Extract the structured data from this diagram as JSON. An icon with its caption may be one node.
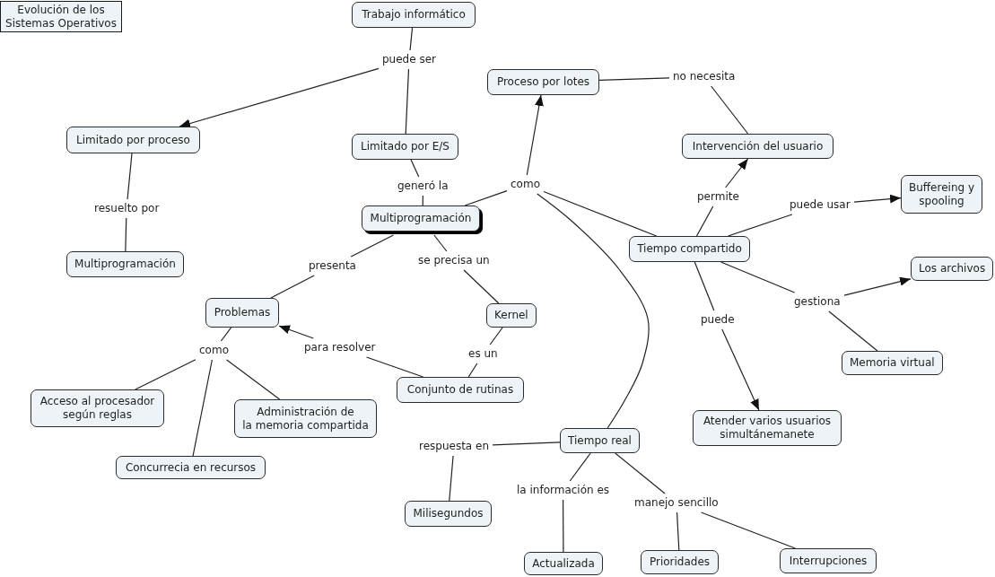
{
  "diagram": {
    "title": "Evolución de los Sistemas Operativos",
    "nodes": [
      {
        "text": [
          "Trabajo informático"
        ]
      },
      {
        "text": [
          "puede ser"
        ]
      },
      {
        "text": [
          "Proceso por lotes"
        ]
      },
      {
        "text": [
          "no necesita"
        ]
      },
      {
        "text": [
          "Limitado por proceso"
        ]
      },
      {
        "text": [
          "Limitado por E/S"
        ]
      },
      {
        "text": [
          "Intervención del usuario"
        ]
      },
      {
        "text": [
          "Buffereing y spooling"
        ]
      },
      {
        "text": [
          "como"
        ]
      },
      {
        "text": [
          "generó la"
        ]
      },
      {
        "text": [
          "permite"
        ]
      },
      {
        "text": [
          "puede usar"
        ]
      },
      {
        "text": [
          "resuelto por"
        ]
      },
      {
        "text": [
          "Multiprogramación"
        ]
      },
      {
        "text": [
          "Tiempo compartido"
        ]
      },
      {
        "text": [
          "Multiprogramación"
        ]
      },
      {
        "text": [
          "presenta"
        ]
      },
      {
        "text": [
          "se precisa un"
        ]
      },
      {
        "text": [
          "Los archivos"
        ]
      },
      {
        "text": [
          "Problemas"
        ]
      },
      {
        "text": [
          "Kernel"
        ]
      },
      {
        "text": [
          "gestiona"
        ]
      },
      {
        "text": [
          "puede"
        ]
      },
      {
        "text": [
          "para resolver"
        ]
      },
      {
        "text": [
          "como"
        ]
      },
      {
        "text": [
          "es un"
        ]
      },
      {
        "text": [
          "Memoria virtual"
        ]
      },
      {
        "text": [
          "Conjunto de rutinas"
        ]
      },
      {
        "text": [
          "Acceso al procesador según reglas"
        ]
      },
      {
        "text": [
          "Administración de la memoria compartida"
        ]
      },
      {
        "text": [
          "Atender varios usuarios simultánemanete"
        ]
      },
      {
        "text": [
          "Tiempo real"
        ]
      },
      {
        "text": [
          "respuesta en"
        ]
      },
      {
        "text": [
          "Concurrecia en recursos"
        ]
      },
      {
        "text": [
          "la información es"
        ]
      },
      {
        "text": [
          "manejo sencillo"
        ]
      },
      {
        "text": [
          "Milisegundos"
        ]
      },
      {
        "text": [
          "Actualizada"
        ]
      },
      {
        "text": [
          "Prioridades"
        ]
      },
      {
        "text": [
          "Interrupciones"
        ]
      }
    ],
    "edges": [
      {
        "from": 0,
        "to": 1,
        "arrow": "none"
      },
      {
        "from": 1,
        "to": 4,
        "arrow": "to"
      },
      {
        "from": 1,
        "to": 5,
        "arrow": "none"
      },
      {
        "from": 4,
        "to": 12,
        "arrow": "none"
      },
      {
        "from": 12,
        "to": 15,
        "arrow": "none"
      },
      {
        "from": 5,
        "to": 9,
        "arrow": "none"
      },
      {
        "from": 9,
        "to": 13,
        "arrow": "none"
      },
      {
        "from": 13,
        "to": 8,
        "arrow": "none"
      },
      {
        "from": 8,
        "to": 2,
        "arrow": "to"
      },
      {
        "from": 8,
        "to": 14,
        "arrow": "none"
      },
      {
        "from": 8,
        "to": 31,
        "arrow": "none"
      },
      {
        "from": 2,
        "to": 3,
        "arrow": "none"
      },
      {
        "from": 3,
        "to": 6,
        "arrow": "none"
      },
      {
        "from": 14,
        "to": 10,
        "arrow": "none"
      },
      {
        "from": 10,
        "to": 6,
        "arrow": "to"
      },
      {
        "from": 14,
        "to": 11,
        "arrow": "none"
      },
      {
        "from": 11,
        "to": 7,
        "arrow": "to"
      },
      {
        "from": 14,
        "to": 21,
        "arrow": "none"
      },
      {
        "from": 21,
        "to": 18,
        "arrow": "to"
      },
      {
        "from": 21,
        "to": 26,
        "arrow": "none"
      },
      {
        "from": 14,
        "to": 22,
        "arrow": "none"
      },
      {
        "from": 22,
        "to": 30,
        "arrow": "to"
      },
      {
        "from": 13,
        "to": 16,
        "arrow": "none"
      },
      {
        "from": 16,
        "to": 19,
        "arrow": "none"
      },
      {
        "from": 13,
        "to": 17,
        "arrow": "none"
      },
      {
        "from": 17,
        "to": 20,
        "arrow": "none"
      },
      {
        "from": 20,
        "to": 25,
        "arrow": "none"
      },
      {
        "from": 25,
        "to": 27,
        "arrow": "none"
      },
      {
        "from": 27,
        "to": 23,
        "arrow": "none"
      },
      {
        "from": 23,
        "to": 19,
        "arrow": "to"
      },
      {
        "from": 19,
        "to": 24,
        "arrow": "none"
      },
      {
        "from": 24,
        "to": 28,
        "arrow": "none"
      },
      {
        "from": 24,
        "to": 29,
        "arrow": "none"
      },
      {
        "from": 24,
        "to": 33,
        "arrow": "none"
      },
      {
        "from": 31,
        "to": 32,
        "arrow": "none"
      },
      {
        "from": 32,
        "to": 36,
        "arrow": "none"
      },
      {
        "from": 31,
        "to": 34,
        "arrow": "none"
      },
      {
        "from": 34,
        "to": 37,
        "arrow": "none"
      },
      {
        "from": 31,
        "to": 35,
        "arrow": "none"
      },
      {
        "from": 35,
        "to": 38,
        "arrow": "none"
      },
      {
        "from": 35,
        "to": 39,
        "arrow": "none"
      }
    ]
  }
}
